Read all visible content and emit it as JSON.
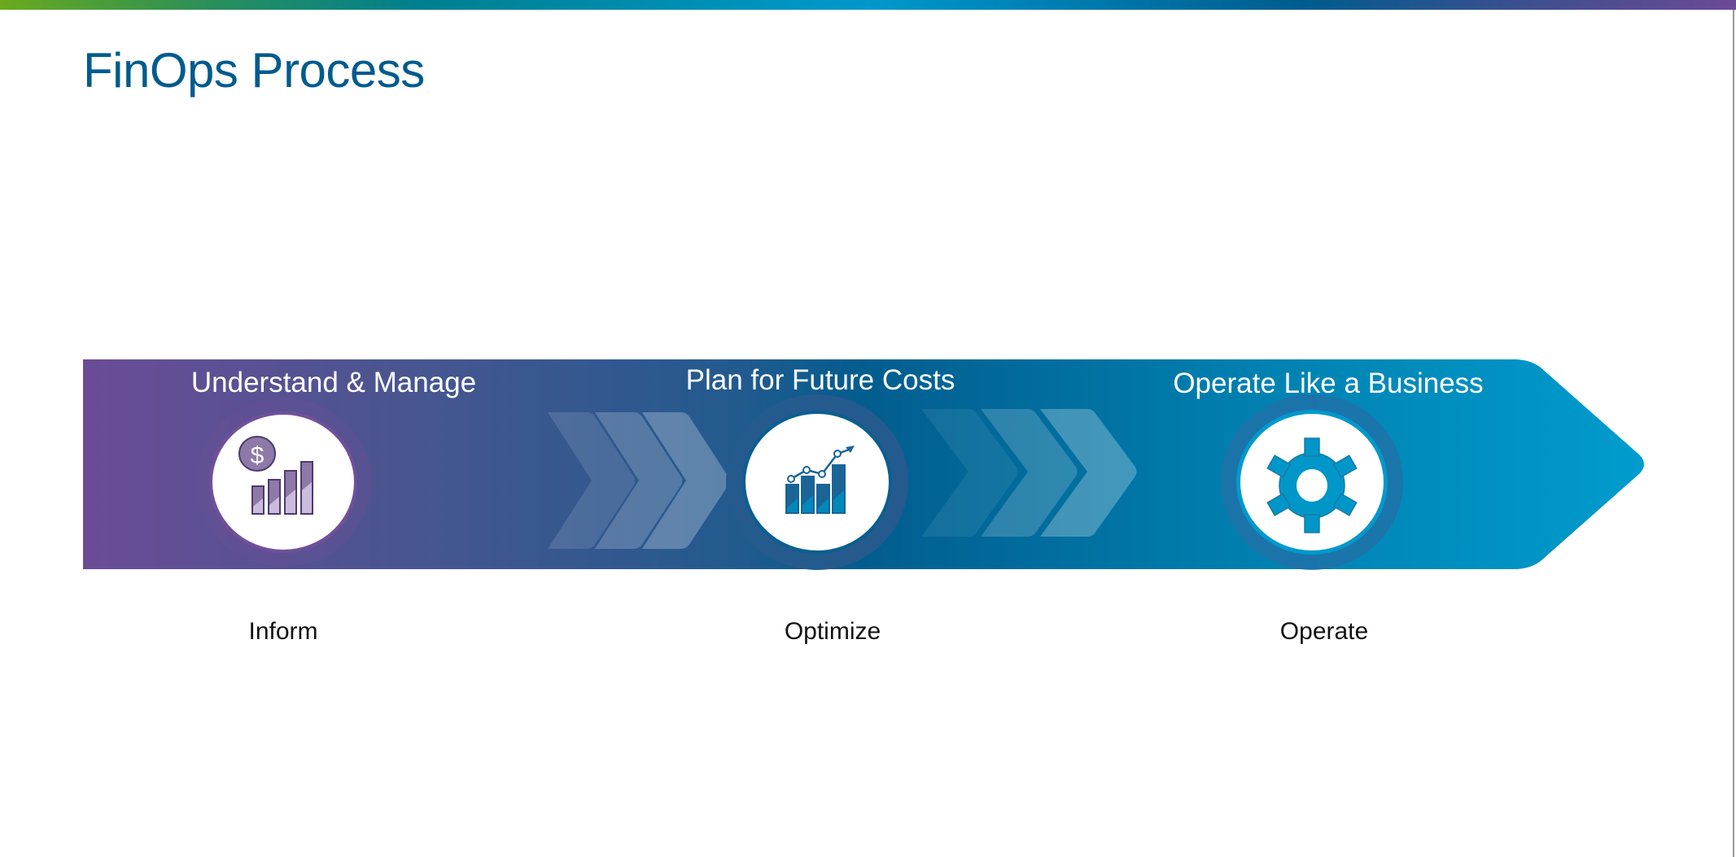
{
  "title": "FinOps Process",
  "colors": {
    "title": "#005b8e",
    "band_start": "#6b4c96",
    "band_end": "#0099cc"
  },
  "phases": [
    {
      "heading": "Understand & Manage",
      "label": "Inform",
      "icon": "dollar-bar-chart-icon"
    },
    {
      "heading": "Plan for Future Costs",
      "label": "Optimize",
      "icon": "trend-bar-chart-icon"
    },
    {
      "heading": "Operate Like a Business",
      "label": "Operate",
      "icon": "gear-icon"
    }
  ]
}
